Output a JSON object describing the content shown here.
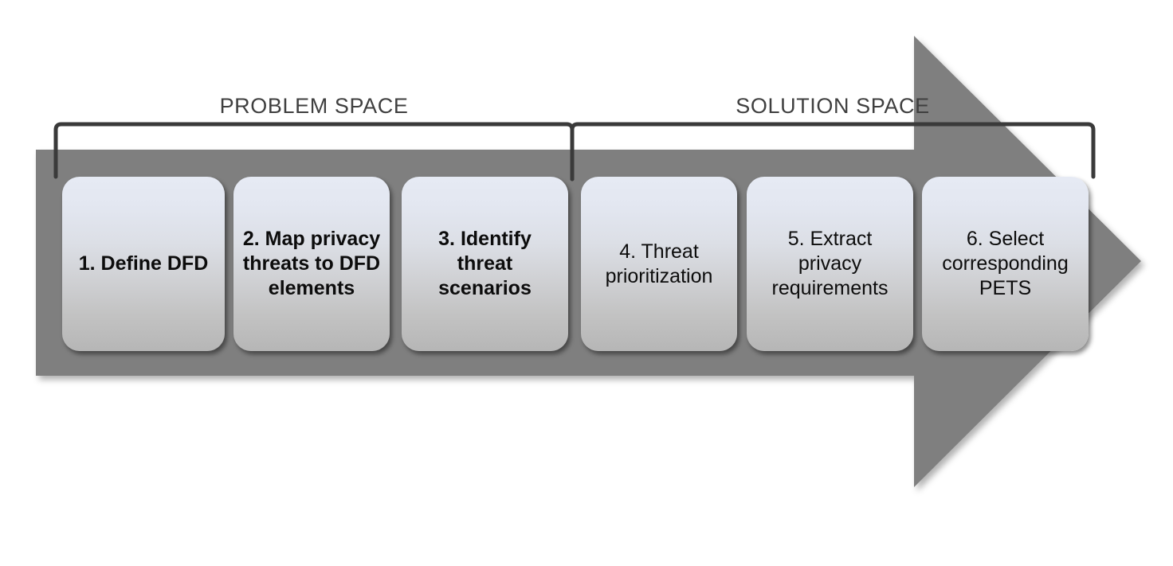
{
  "diagram": {
    "title": "Privacy threat modeling methodology process flow",
    "arrow_color": "#7f7f7f",
    "label_color": "#3f3f3f",
    "box_gradient_top": "#e6eaf4",
    "box_gradient_bottom": "#b6b6b6",
    "bracket_color": "#3a3a3a",
    "phases": [
      {
        "id": "problem",
        "label": "PROBLEM SPACE"
      },
      {
        "id": "solution",
        "label": "SOLUTION SPACE"
      }
    ],
    "steps": [
      {
        "number": "1",
        "label": "1. Define DFD",
        "emphasis": "bold",
        "phase": "problem"
      },
      {
        "number": "2",
        "label": "2. Map privacy threats to DFD elements",
        "emphasis": "bold",
        "phase": "problem"
      },
      {
        "number": "3",
        "label": "3. Identify threat scenarios",
        "emphasis": "bold",
        "phase": "problem"
      },
      {
        "number": "4",
        "label": "4. Threat prioritization",
        "emphasis": "regular",
        "phase": "solution"
      },
      {
        "number": "5",
        "label": "5. Extract privacy requirements",
        "emphasis": "regular",
        "phase": "solution"
      },
      {
        "number": "6",
        "label": "6. Select corresponding PETS",
        "emphasis": "regular",
        "phase": "solution"
      }
    ]
  }
}
